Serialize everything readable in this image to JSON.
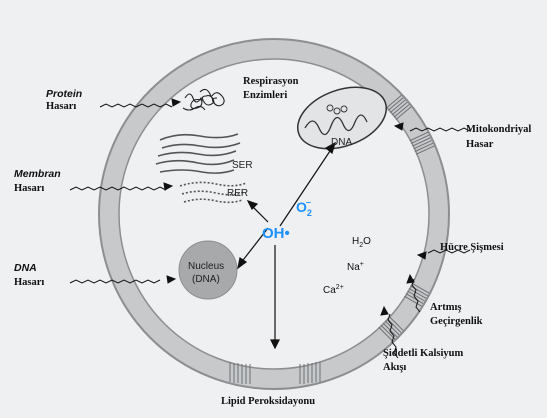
{
  "labels": {
    "protein": "Protein",
    "protein_hasari": "Hasarı",
    "membran": "Membran",
    "membran_hasari": "Hasarı",
    "dna": "DNA",
    "dna_hasari": "Hasarı",
    "respirasyon": "Respirasyon",
    "enzimleri": "Enzimleri",
    "mitokondriyal": "Mitokondriyal",
    "hasar": "Hasar",
    "hucre_sismesi": "Hücre Şişmesi",
    "artmis": "Artmış",
    "gecirgenlik": "Geçirgenlik",
    "siddetli": "Şiddetli Kalsiyum",
    "akisi": "Akışı",
    "lipid": "Lipid Peroksidayonu"
  },
  "organelles": {
    "ser": "SER",
    "rer": "RER",
    "mito_dna": "DNA",
    "nucleus": "Nucleus",
    "nucleus_dna": "(DNA)"
  },
  "chem": {
    "oh": "OH",
    "oh_dot": "•",
    "o2": "O",
    "o2_sub": "2",
    "o2_sup": "–",
    "h2o_h": "H",
    "h2o_sub": "2",
    "h2o_o": "O",
    "na": "Na",
    "na_sup": "+",
    "ca": "Ca",
    "ca_sup": "2+"
  },
  "colors": {
    "membrane_fill": "#c7c9cb",
    "membrane_edge": "#8c8f92",
    "cell_inside": "#eef0f2",
    "accent": "#1e90ff",
    "nucleus": "#a7a9ab"
  }
}
